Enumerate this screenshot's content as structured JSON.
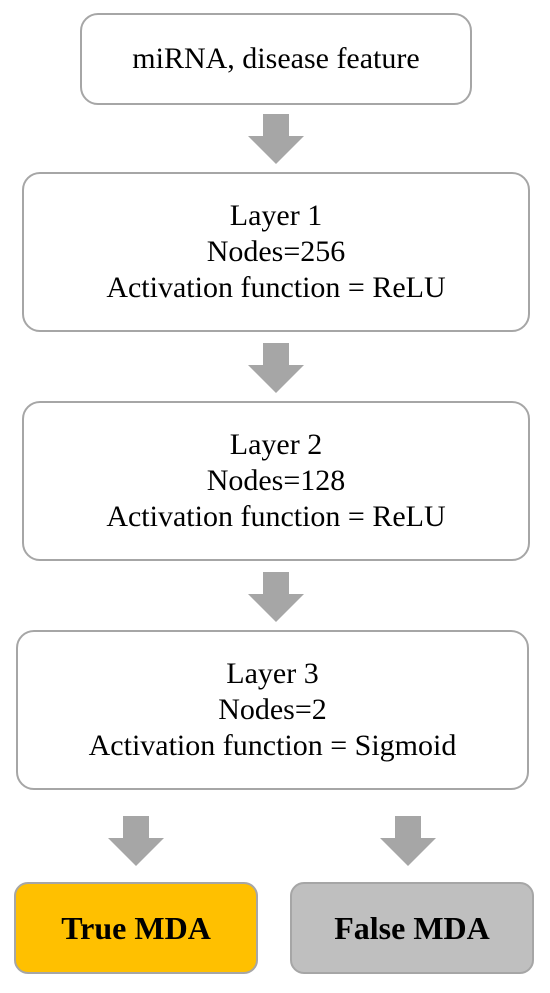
{
  "input": {
    "text": "miRNA, disease feature"
  },
  "layers": [
    {
      "title": "Layer 1",
      "nodes": "Nodes=256",
      "activation": "Activation function = ReLU"
    },
    {
      "title": "Layer 2",
      "nodes": "Nodes=128",
      "activation": "Activation function = ReLU"
    },
    {
      "title": "Layer 3",
      "nodes": "Nodes=2",
      "activation": "Activation function = Sigmoid"
    }
  ],
  "outputs": {
    "true_label": "True MDA",
    "false_label": "False MDA"
  },
  "colors": {
    "box_border": "#a6a6a6",
    "arrow": "#a6a6a6",
    "true_fill": "#ffc000",
    "false_fill": "#bfbfbf"
  }
}
